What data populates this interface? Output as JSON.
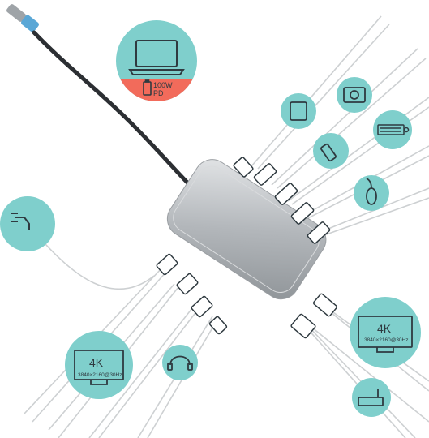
{
  "laptop_badge": {
    "power_text": "100W",
    "pd_text": "PD",
    "accent_color": "#f26b5b"
  },
  "displays": [
    {
      "resolution_label": "4K",
      "detail_label": "3840×2160@30Hz"
    },
    {
      "resolution_label": "4K",
      "detail_label": "3840×2160@30Hz"
    }
  ],
  "colors": {
    "circle_fill": "#7fcfcc",
    "icon_stroke": "#2f3a40",
    "cable": "#c9cbcd",
    "hub_body": "#b9bcc0"
  }
}
